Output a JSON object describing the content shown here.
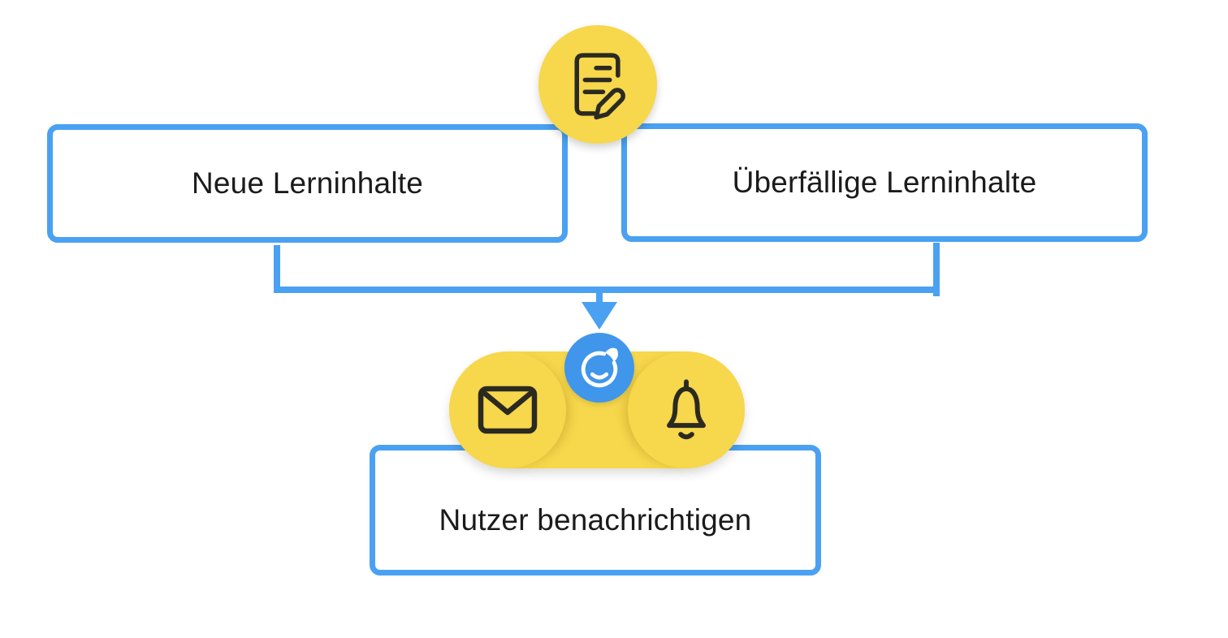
{
  "colors": {
    "line_blue": "#4AA1F2",
    "circle_blue": "#4096EB",
    "yellow": "#F7D74B",
    "icon_dark": "#2B2A21",
    "text": "#1B1B1B",
    "background": "#FFFFFF"
  },
  "nodes": {
    "content_source": {
      "icon": "document-edit-icon"
    },
    "new_content": {
      "label": "Neue Lerninhalte"
    },
    "overdue_content": {
      "label": "Überfällige Lerninhalte"
    },
    "notification_channels": {
      "icons": [
        "mail-icon",
        "chat-smiley-logo-icon",
        "bell-icon"
      ]
    },
    "notify_users": {
      "label": "Nutzer benachrichtigen"
    }
  }
}
